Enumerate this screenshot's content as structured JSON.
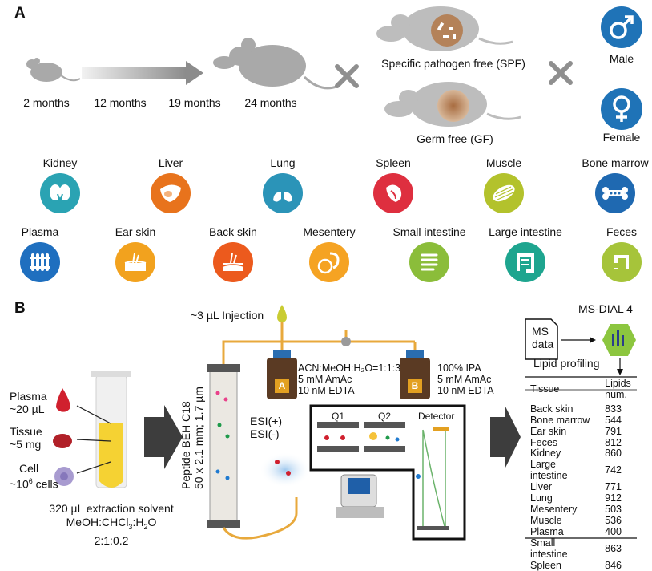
{
  "panel_a": {
    "label": "A",
    "ages": [
      "2 months",
      "12 months",
      "19 months",
      "24 months"
    ],
    "conditions": {
      "spf": "Specific pathogen free (SPF)",
      "gf": "Germ free (GF)"
    },
    "sexes": {
      "male": "Male",
      "female": "Female"
    },
    "tissues_row1": [
      "Kidney",
      "Liver",
      "Lung",
      "Spleen",
      "Muscle",
      "Bone marrow"
    ],
    "tissues_row2": [
      "Plasma",
      "Ear skin",
      "Back skin",
      "Mesentery",
      "Small intestine",
      "Large intestine",
      "Feces"
    ],
    "colors": {
      "Kidney": "#2aa3b3",
      "Liver": "#e8731c",
      "Lung": "#2b94b8",
      "Spleen": "#de2f3f",
      "Muscle": "#b3c22c",
      "Bone marrow": "#1f69b1",
      "Plasma": "#1f6fbf",
      "Ear skin": "#f2a21e",
      "Back skin": "#ec5a1d",
      "Mesentery": "#f5a323",
      "Small intestine": "#8bbd3a",
      "Large intestine": "#1ea58f",
      "Feces": "#a6c43a",
      "male": "#1f73b7",
      "female": "#1f73b7"
    }
  },
  "panel_b": {
    "label": "B",
    "samples": {
      "plasma": [
        "Plasma",
        "~20 µL"
      ],
      "tissue": [
        "Tissue",
        "~5 mg"
      ],
      "cell_line1": "Cell",
      "cell_line2_pre": "~10",
      "cell_line2_sup": "6",
      "cell_line2_post": " cells"
    },
    "extraction": {
      "line1": "320 µL extraction solvent",
      "line2_pre": "MeOH:CHCl",
      "line2_sub": "3",
      "line2_post": ":H",
      "line2_sub2": "2",
      "line2_end": "O",
      "line3": "2:1:0.2"
    },
    "injection": "~3 µL Injection",
    "column": [
      "Peptide BEH C18",
      "50 x 2.1 mm; 1.7 µm"
    ],
    "bottle_a": {
      "letter": "A",
      "lines": [
        "ACN:MeOH:H₂O=1:1:3",
        "5 mM AmAc",
        "10 nM EDTA"
      ]
    },
    "bottle_b": {
      "letter": "B",
      "lines": [
        "100% IPA",
        "5 mM AmAc",
        "10 nM EDTA"
      ]
    },
    "esi": [
      "ESI(+)",
      "ESI(-)"
    ],
    "ms": {
      "q1": "Q1",
      "q2": "Q2",
      "detector": "Detector"
    },
    "ms_data": [
      "MS",
      "data"
    ],
    "software": "MS-DIAL 4",
    "profiling": "Lipid profiling",
    "table_headers": [
      "Tissue",
      "Lipids num."
    ],
    "table_rows": [
      [
        "Back skin",
        "833"
      ],
      [
        "Bone marrow",
        "544"
      ],
      [
        "Ear skin",
        "791"
      ],
      [
        "Feces",
        "812"
      ],
      [
        "Kidney",
        "860"
      ],
      [
        "Large intestine",
        "742"
      ],
      [
        "Liver",
        "771"
      ],
      [
        "Lung",
        "912"
      ],
      [
        "Mesentery",
        "503"
      ],
      [
        "Muscle",
        "536"
      ],
      [
        "Plasma",
        "400"
      ],
      [
        "Small intestine",
        "863"
      ],
      [
        "Spleen",
        "846"
      ]
    ]
  }
}
